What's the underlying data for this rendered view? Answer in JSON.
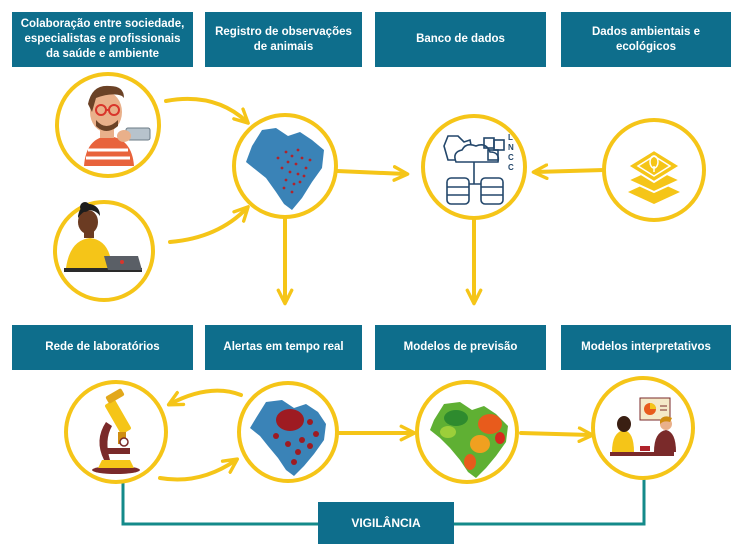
{
  "headers": {
    "top": [
      "Colaboração entre sociedade, especialistas e profissionais da saúde e ambiente",
      "Registro de observações de animais",
      "Banco de dados",
      "Dados ambientais e ecológicos"
    ],
    "bottom": [
      "Rede de laboratórios",
      "Alertas em tempo real",
      "Modelos de  previsão",
      "Modelos interpretativos"
    ]
  },
  "vigilancia_label": "VIGILÂNCIA",
  "lncc_letters": [
    "L",
    "N",
    "C",
    "C"
  ],
  "colors": {
    "header_bg": "#0e6e8c",
    "circle_stroke": "#f5c518",
    "arrow": "#f5c518",
    "teal_line": "#148a8a"
  },
  "icons": [
    "person-photographing-icon",
    "person-laptop-icon",
    "brazil-observations-map-icon",
    "database-cloud-icon",
    "environmental-layers-icon",
    "microscope-icon",
    "brazil-alert-map-icon",
    "brazil-prediction-heatmap-icon",
    "presentation-meeting-icon"
  ]
}
